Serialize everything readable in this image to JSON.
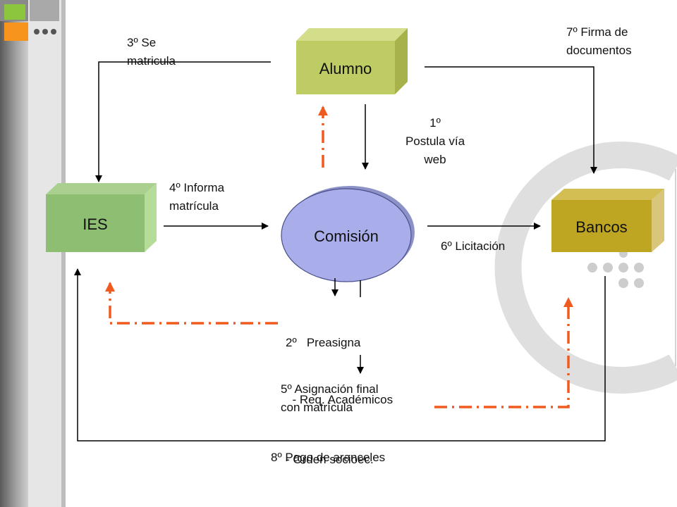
{
  "nodes": {
    "alumno": "Alumno",
    "ies": "IES",
    "comision": "Comisión",
    "bancos": "Bancos"
  },
  "steps": {
    "s1": [
      "1º",
      "Postula vía",
      "web"
    ],
    "s2": [
      "2º   Preasigna",
      "  - Req. Académicos",
      "- Orden socioec."
    ],
    "s3": [
      "3º  Se",
      "matricula"
    ],
    "s4": [
      "4º  Informa",
      "matrícula"
    ],
    "s5": [
      "5º  Asignación final",
      "con matrícula"
    ],
    "s6": "6º Licitación",
    "s7": [
      "7º  Firma de",
      "documentos"
    ],
    "s8": "8º Pago de aranceles"
  },
  "colors": {
    "alumno_box": "#BFCB63",
    "ies_box": "#8DBE72",
    "bancos_box": "#BFA622",
    "comision_ellipse": "#A9AEEB",
    "dashed_arrow": "#F05A1E",
    "arrow": "#000000"
  }
}
